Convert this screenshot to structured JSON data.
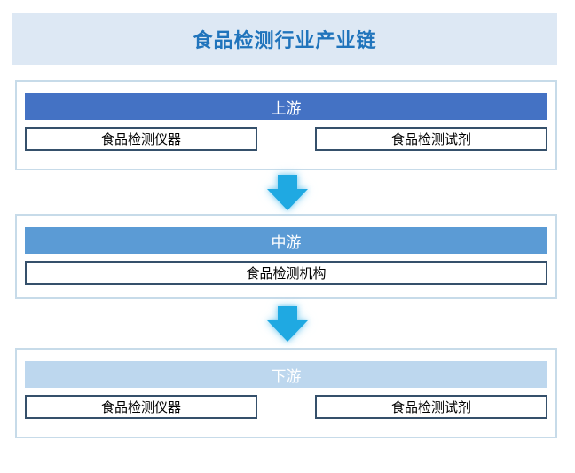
{
  "title": "食品检测行业产业链",
  "sections": [
    {
      "id": "upstream",
      "header": "上游",
      "items": [
        "食品检测仪器",
        "食品检测试剂"
      ]
    },
    {
      "id": "midstream",
      "header": "中游",
      "items": [
        "食品检测机构"
      ]
    },
    {
      "id": "downstream",
      "header": "下游",
      "items": [
        "食品检测仪器",
        "食品检测试剂"
      ]
    }
  ],
  "arrows": [
    {
      "icon": "down-arrow-icon"
    },
    {
      "icon": "down-arrow-icon"
    }
  ],
  "colors": {
    "title_bg": "#DDE8F4",
    "title_text": "#2074BC",
    "upstream_header_bg": "#4472C4",
    "midstream_header_bg": "#5B9BD5",
    "downstream_header_bg": "#BDD7EE",
    "header_text": "#FFFFFF",
    "node_border": "#35506B",
    "node_text": "#000000",
    "section_border": "#C7DBE9",
    "arrow": "#1FA9E2"
  }
}
